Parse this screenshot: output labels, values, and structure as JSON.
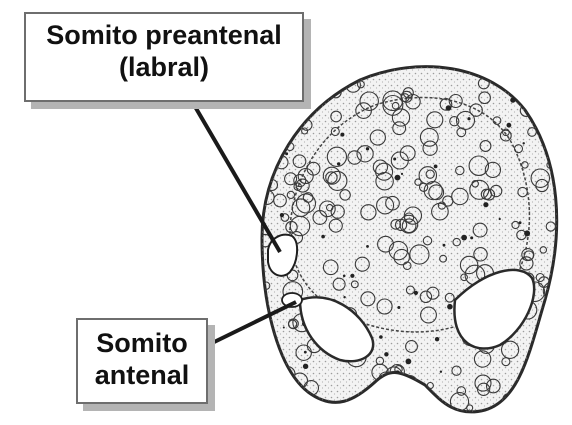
{
  "labels": {
    "preantenal": {
      "line1": "Somito preantenal",
      "line2": "(labral)"
    },
    "antenal": {
      "line1": "Somito",
      "line2": "antenal"
    }
  },
  "colors": {
    "tissue_outline": "#2a2a2a",
    "tissue_fill": "#f3f3f3",
    "cell_stroke": "#3a3a3a",
    "box_shadow": "#b4b4b4",
    "box_border": "#6e6e6e",
    "pointer_line": "#1a1a1a"
  }
}
